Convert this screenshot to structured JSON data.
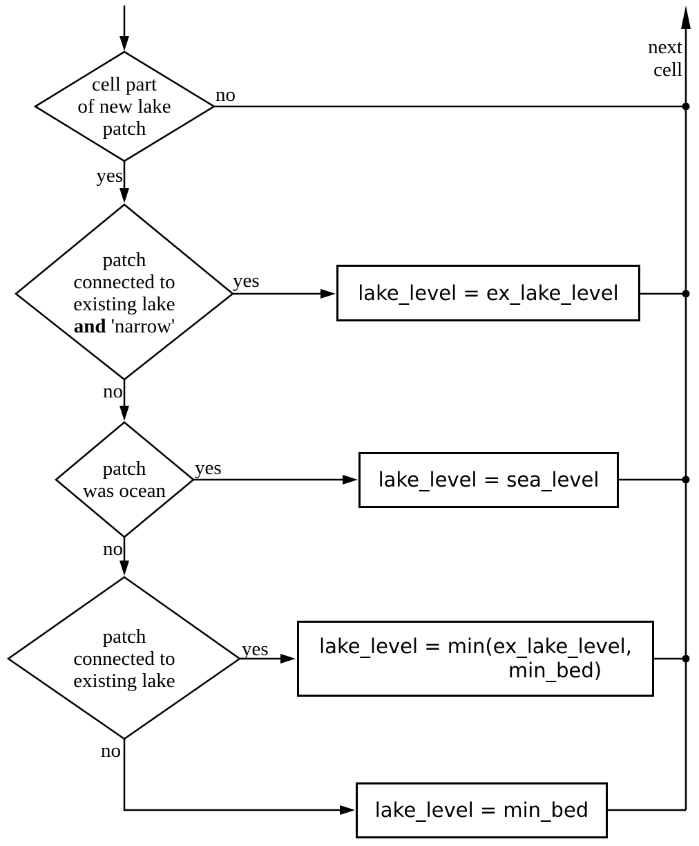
{
  "edge_labels": {
    "yes": "yes",
    "no": "no",
    "next_cell_line1": "next",
    "next_cell_line2": "cell"
  },
  "decisions": {
    "d1": {
      "line1": "cell part",
      "line2": "of new lake",
      "line3": "patch"
    },
    "d2": {
      "line1": "patch",
      "line2": "connected to",
      "line3": "existing lake",
      "line4_bold": "and",
      "line4_rest": " 'narrow'"
    },
    "d3": {
      "line1": "patch",
      "line2": "was ocean"
    },
    "d4": {
      "line1": "patch",
      "line2": "connected to",
      "line3": "existing lake"
    }
  },
  "processes": {
    "p1": "lake_level = ex_lake_level",
    "p2": "lake_level = sea_level",
    "p3_line1": "lake_level = min(ex_lake_level,",
    "p3_line2": "min_bed)",
    "p4": "lake_level = min_bed"
  },
  "colors": {
    "ink": "#000000",
    "background": "#ffffff"
  }
}
